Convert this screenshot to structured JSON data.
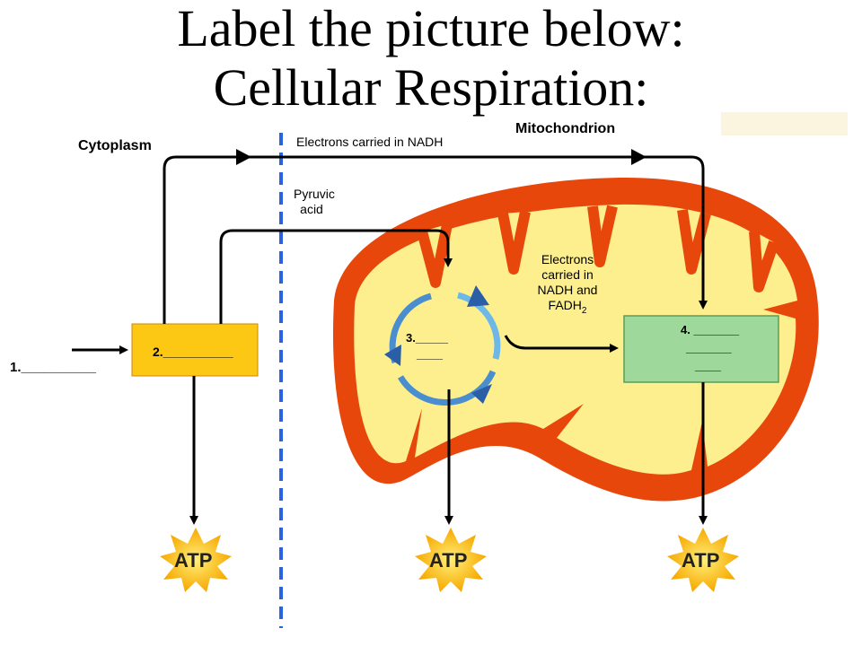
{
  "title": {
    "line1": "Label the picture below:",
    "line2": "Cellular Respiration:"
  },
  "regions": {
    "cytoplasm": "Cytoplasm",
    "mitochondrion": "Mitochondrion"
  },
  "flows": {
    "nadh_top": "Electrons carried in NADH",
    "pyruvic_line1": "Pyruvic",
    "pyruvic_line2": "acid",
    "nadh_fadh_line1": "Electrons",
    "nadh_fadh_line2": "carried in",
    "nadh_fadh_line3": "NADH and",
    "nadh_fadh_line4": "FADH",
    "nadh_fadh_sub": "2"
  },
  "blanks": {
    "b1": "1.__________",
    "b2": "2.__________",
    "b3_line1": "3._____",
    "b3_line2": "____",
    "b4_line1": "4. _______",
    "b4_line2": "_______",
    "b4_line3": "____"
  },
  "atp": {
    "a1": "ATP",
    "a2": "ATP",
    "a3": "ATP"
  },
  "colors": {
    "outer_membrane": "#e8470c",
    "matrix": "#fdef8e",
    "glycolysis_box": "#fcc813",
    "etc_box": "#9ed89a",
    "krebs_cycle": "#4a8ed0",
    "divider": "#2a62e0",
    "atp_burst": "#f7a800"
  }
}
